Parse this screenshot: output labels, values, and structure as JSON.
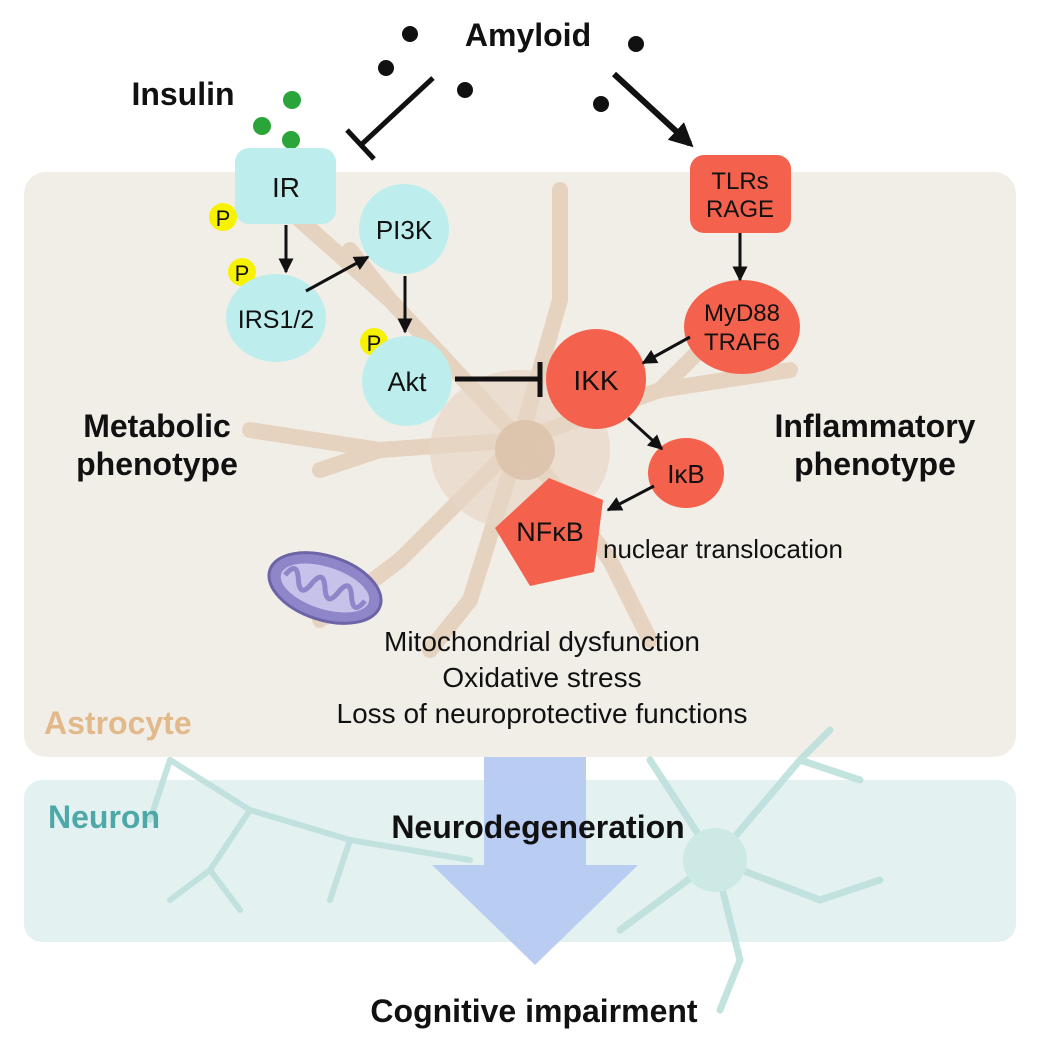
{
  "amyloid": "Amyloid",
  "insulin": "Insulin",
  "nodes": {
    "ir": "IR",
    "irs": "IRS1/2",
    "pi3k": "PI3K",
    "akt": "Akt",
    "tlrs_line1": "TLRs",
    "tlrs_line2": "RAGE",
    "myd88_line1": "MyD88",
    "myd88_line2": "TRAF6",
    "ikk": "IKK",
    "ikb": "IκB",
    "nfkb": "NFκB"
  },
  "phospho": "P",
  "nuclear_translocation": "nuclear translocation",
  "metabolic_line1": "Metabolic",
  "metabolic_line2": "phenotype",
  "inflammatory_line1": "Inflammatory",
  "inflammatory_line2": "phenotype",
  "effects": [
    "Mitochondrial dysfunction",
    "Oxidative stress",
    "Loss of neuroprotective functions"
  ],
  "astrocyte": "Astrocyte",
  "neuron": "Neuron",
  "neurodegeneration": "Neurodegeneration",
  "cognitive": "Cognitive impairment",
  "colors": {
    "astrocyte_panel": "#f1eee7",
    "neuron_panel": "#e3f2f1",
    "cyan_node": "#bdeeed",
    "red_node": "#f4614d",
    "phospho": "#f7f200",
    "insulin_dot": "#2aa53a",
    "astrocyte_text": "#e2b98a",
    "neuron_text": "#4fa8a8",
    "big_arrow": "#b6c9f1"
  }
}
